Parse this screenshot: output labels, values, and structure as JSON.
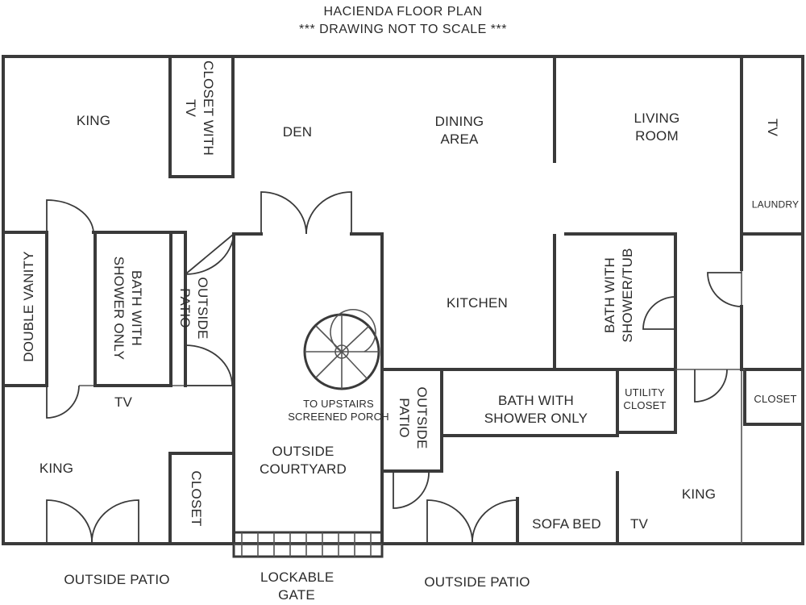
{
  "header": {
    "title": "HACIENDA FLOOR PLAN",
    "subtitle": "*** DRAWING NOT TO SCALE ***"
  },
  "rooms": {
    "king_top_left": "KING",
    "closet_with_tv": "CLOSET WITH TV",
    "den": "DEN",
    "dining_area": "DINING AREA",
    "living_room": "LIVING ROOM",
    "tv_top_right": "TV",
    "laundry": "LAUNDRY",
    "double_vanity": "DOUBLE VANITY",
    "bath_shower_only_left": "BATH WITH SHOWER ONLY",
    "outside_patio_small": "OUTSIDE PATIO",
    "kitchen": "KITCHEN",
    "bath_shower_tub": "BATH WITH SHOWER/TUB",
    "tv_left": "TV",
    "stairs_note": "TO UPSTAIRS SCREENED PORCH",
    "outside_patio_mid": "OUTSIDE PATIO",
    "bath_shower_only_mid": "BATH WITH SHOWER ONLY",
    "utility_closet": "UTILITY CLOSET",
    "closet_right": "CLOSET",
    "king_bottom_left": "KING",
    "outside_courtyard": "OUTSIDE COURTYARD",
    "closet_bottom_left": "CLOSET",
    "king_bottom_right": "KING",
    "sofa_bed": "SOFA BED",
    "tv_bottom_right": "TV"
  },
  "outside": {
    "patio_left": "OUTSIDE PATIO",
    "lockable_gate": "LOCKABLE GATE",
    "patio_right": "OUTSIDE PATIO"
  }
}
